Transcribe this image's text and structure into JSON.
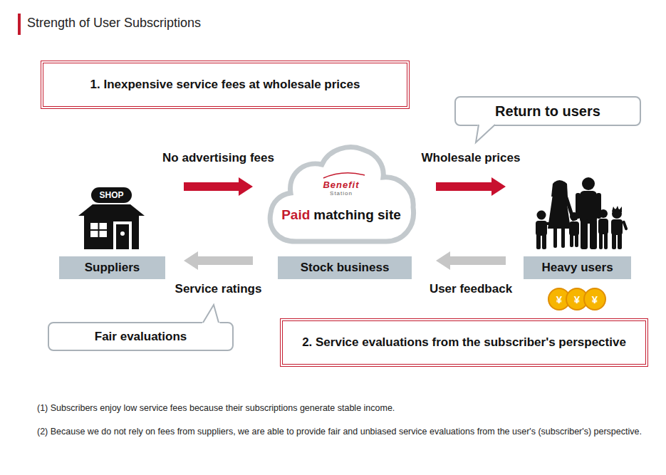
{
  "diagram": {
    "title": "Strength of User Subscriptions",
    "nodes": [
      {
        "text": [
          "1. Inexpensive service fees at wholesale prices"
        ]
      },
      {
        "text": [
          "Return to users"
        ]
      },
      {
        "text": [
          "Suppliers"
        ]
      },
      {
        "text": [
          "Benefit",
          "Station",
          "Paid",
          "matching site"
        ]
      },
      {
        "text": [
          "Stock business"
        ]
      },
      {
        "text": [
          "Heavy users"
        ]
      },
      {
        "text": [
          "Fair evaluations"
        ]
      },
      {
        "text": [
          "2. Service evaluations from the subscriber's perspective"
        ]
      }
    ],
    "edges": [
      {
        "from": 2,
        "to": 3,
        "arrow": "to",
        "label": "No advertising fees"
      },
      {
        "from": 3,
        "to": 5,
        "arrow": "to",
        "label": "Wholesale prices"
      },
      {
        "from": 4,
        "to": 2,
        "arrow": "to",
        "label": "Service ratings"
      },
      {
        "from": 5,
        "to": 4,
        "arrow": "to",
        "label": "User feedback"
      }
    ],
    "labels": [
      "SHOP",
      "¥",
      "¥",
      "¥",
      "(1) Subscribers enjoy low service fees because their subscriptions generate stable income.",
      "(2) Because we do not rely on fees from suppliers, we are able to provide fair and unbiased service evaluations from the user's (subscriber's) perspective."
    ]
  }
}
